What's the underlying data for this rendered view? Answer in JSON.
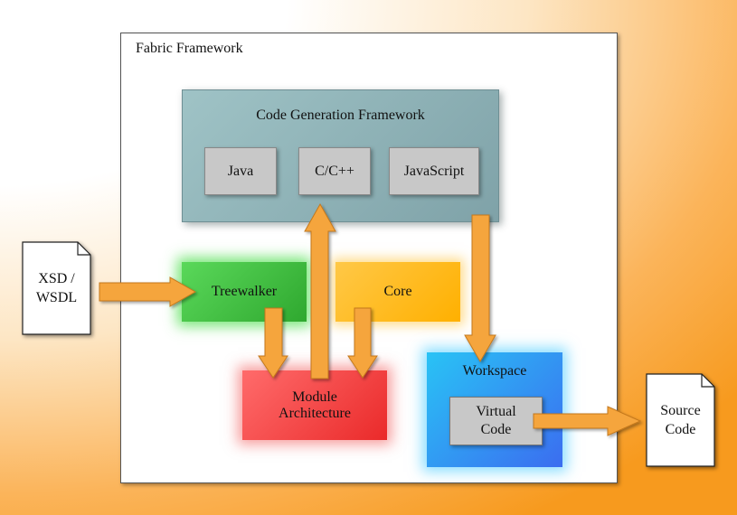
{
  "frame": {
    "title": "Fabric Framework"
  },
  "boxes": {
    "code_generation": "Code Generation Framework",
    "java": "Java",
    "cpp": "C/C++",
    "javascript": "JavaScript",
    "treewalker": "Treewalker",
    "core": "Core",
    "module_line1": "Module",
    "module_line2": "Architecture",
    "workspace": "Workspace",
    "virtual_line1": "Virtual",
    "virtual_line2": "Code"
  },
  "documents": {
    "input_line1": "XSD /",
    "input_line2": "WSDL",
    "output_line1": "Source",
    "output_line2": "Code"
  },
  "colors": {
    "arrow": "#f5a53c",
    "code_generation": "#8fb3b7",
    "treewalker": "#3cbf3c",
    "core": "#ffb81f",
    "module": "#f24646",
    "workspace": "#2f9cf2"
  }
}
